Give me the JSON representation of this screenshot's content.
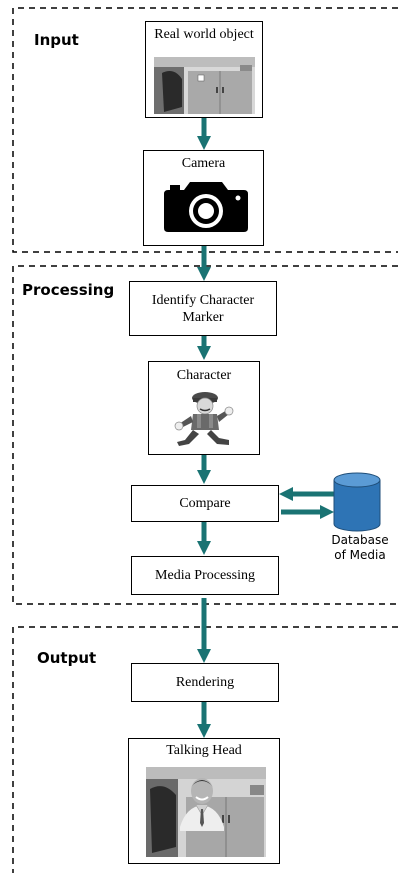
{
  "sections": {
    "input": "Input",
    "processing": "Processing",
    "output": "Output"
  },
  "nodes": {
    "real_world_object": "Real world object",
    "camera": "Camera",
    "identify_marker": "Identify Character Marker",
    "character": "Character",
    "compare": "Compare",
    "media_processing": "Media Processing",
    "rendering": "Rendering",
    "talking_head": "Talking Head"
  },
  "database": {
    "label": "Database of Media"
  },
  "colors": {
    "arrow": "#1a7373",
    "database": "#2e74b5",
    "border": "#000000"
  }
}
